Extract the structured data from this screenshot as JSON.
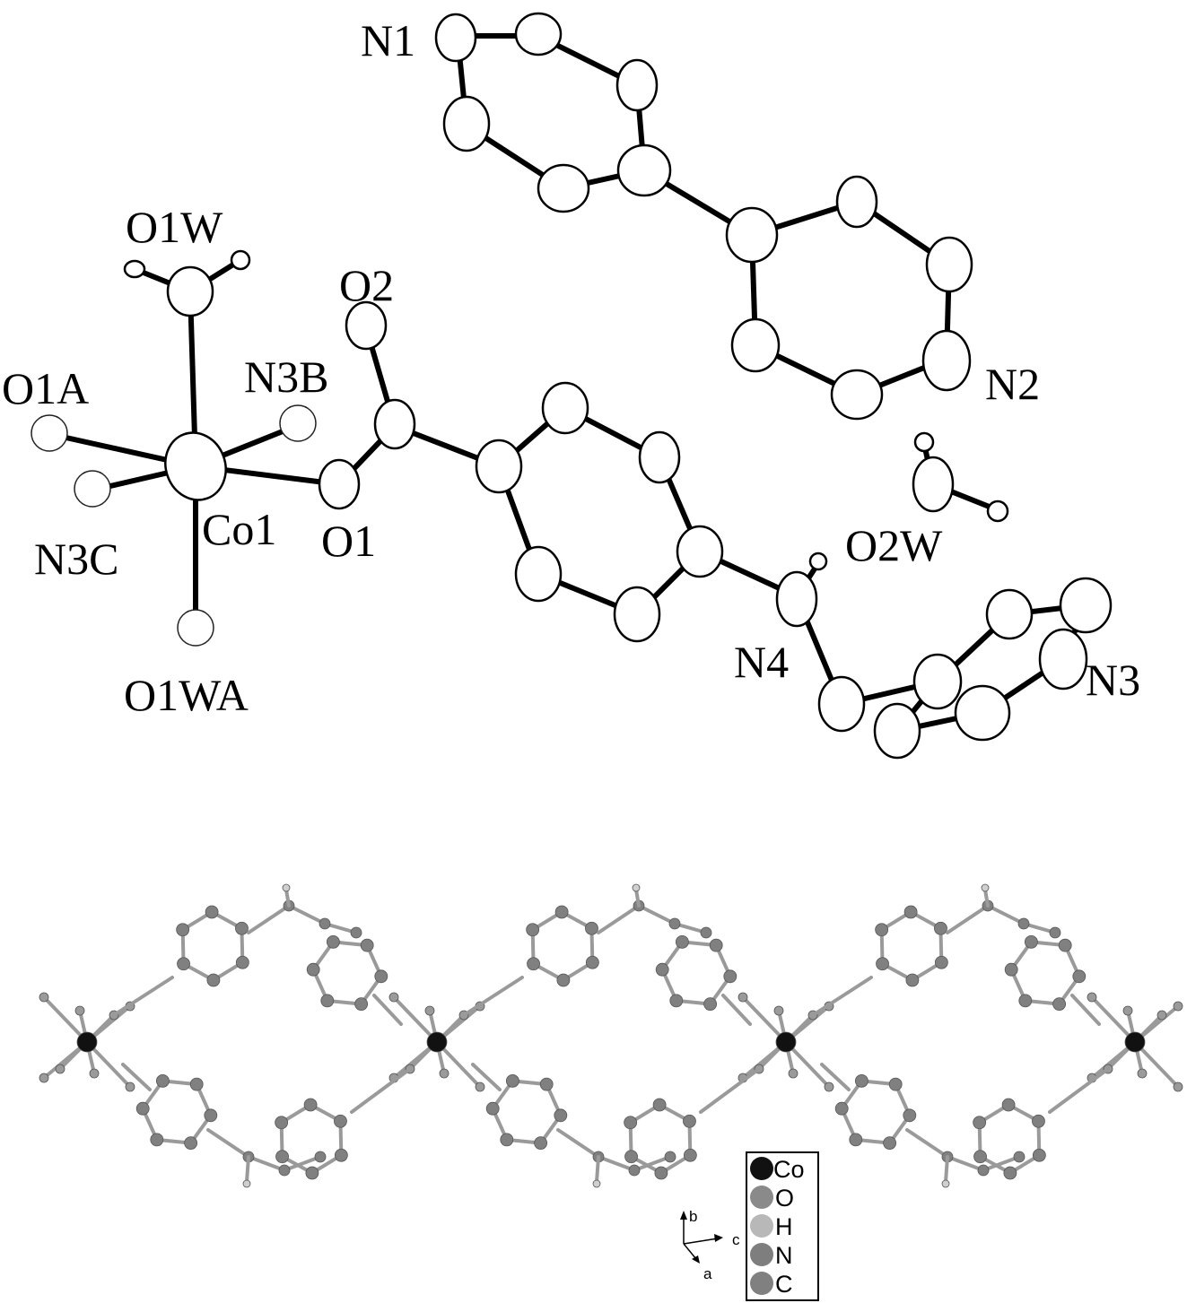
{
  "top_panel": {
    "labels": {
      "N1": "N1",
      "O1W": "O1W",
      "O2": "O2",
      "O1A": "O1A",
      "N3B": "N3B",
      "N3C": "N3C",
      "Co1": "Co1",
      "O1": "O1",
      "O1WA": "O1WA",
      "N2": "N2",
      "O2W": "O2W",
      "N4": "N4",
      "N3": "N3"
    }
  },
  "legend": {
    "items": [
      {
        "label": "Co",
        "color": "#111111"
      },
      {
        "label": "O",
        "color": "#8a8a8a"
      },
      {
        "label": "H",
        "color": "#b8b8b8"
      },
      {
        "label": "N",
        "color": "#7e7e7e"
      },
      {
        "label": "C",
        "color": "#808080"
      }
    ]
  },
  "axes": {
    "b": "b",
    "c": "c",
    "a": "a"
  }
}
